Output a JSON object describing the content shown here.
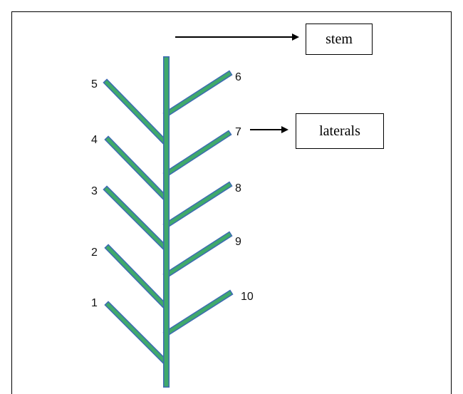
{
  "labels": {
    "stem": "stem",
    "laterals": "laterals"
  },
  "branches": {
    "left": [
      "5",
      "4",
      "3",
      "2",
      "1"
    ],
    "right": [
      "6",
      "7",
      "8",
      "9",
      "10"
    ]
  },
  "colors": {
    "fill": "#3fa96b",
    "outline": "#3d6ab3"
  }
}
